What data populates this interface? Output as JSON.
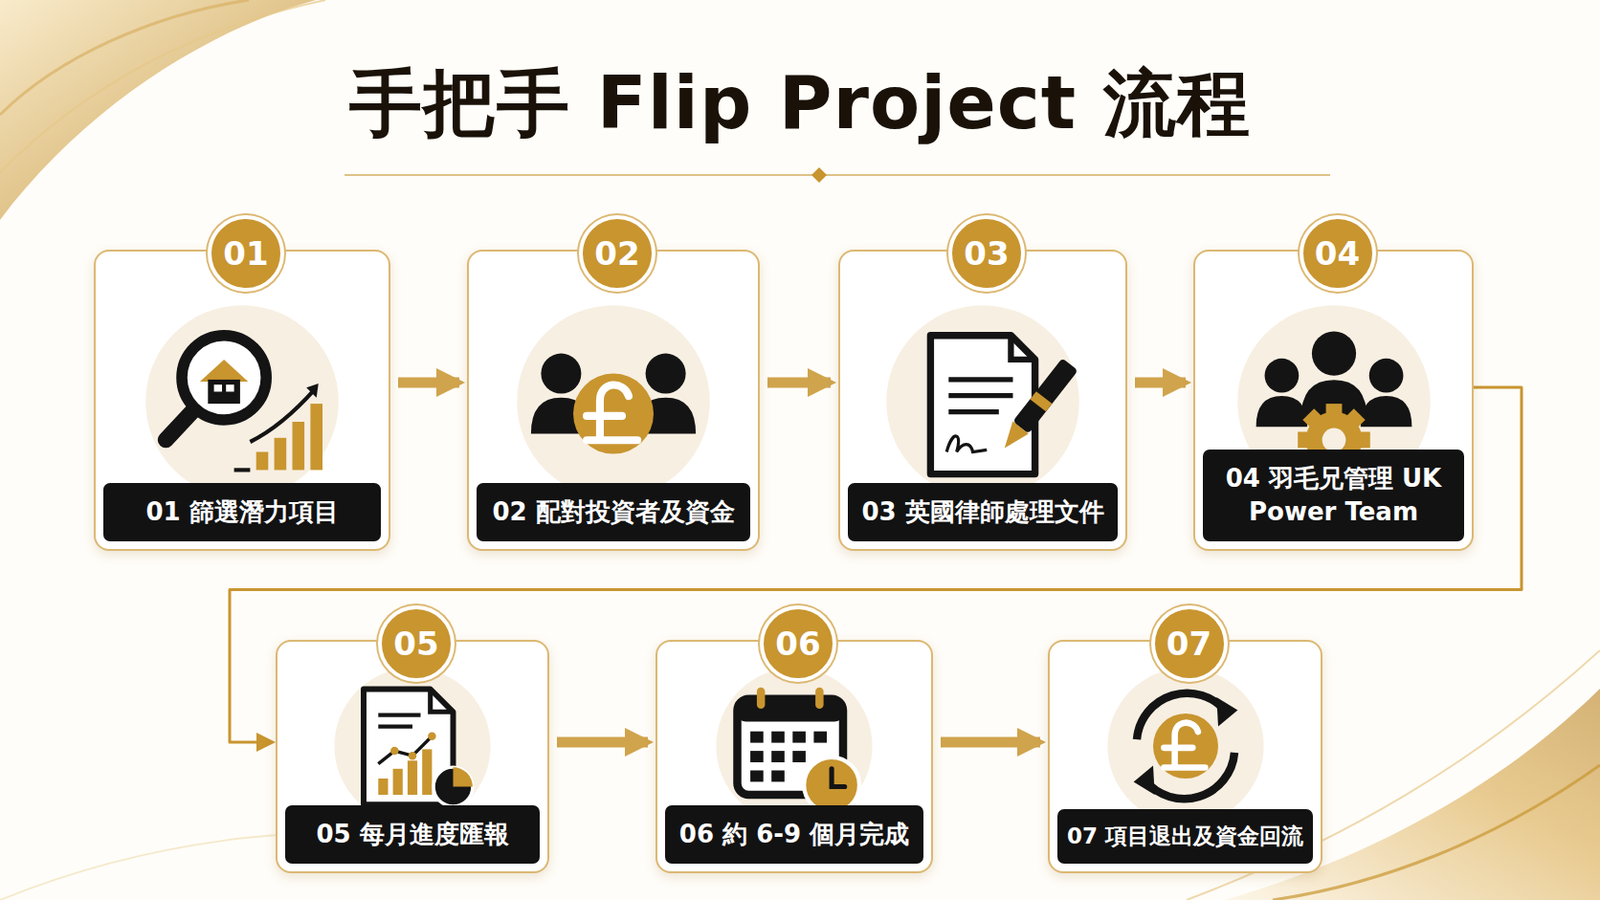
{
  "diagram": {
    "title": "手把手 Flip Project 流程",
    "nodes": [
      {
        "text": [
          "01",
          "01 篩選潛力項目"
        ]
      },
      {
        "text": [
          "02",
          "02 配對投資者及資金"
        ]
      },
      {
        "text": [
          "03",
          "03 英國律師處理文件"
        ]
      },
      {
        "text": [
          "04",
          "04 羽毛兄管理 UK Power Team"
        ]
      },
      {
        "text": [
          "05",
          "05 每月進度匯報"
        ]
      },
      {
        "text": [
          "06",
          "06 約 6-9 個月完成"
        ]
      },
      {
        "text": [
          "07",
          "07 項目退出及資金回流"
        ]
      }
    ],
    "edges": [
      {
        "from": 0,
        "to": 1,
        "arrow": "to"
      },
      {
        "from": 1,
        "to": 2,
        "arrow": "to"
      },
      {
        "from": 2,
        "to": 3,
        "arrow": "to"
      },
      {
        "from": 3,
        "to": 4,
        "arrow": "to"
      },
      {
        "from": 4,
        "to": 5,
        "arrow": "to"
      },
      {
        "from": 5,
        "to": 6,
        "arrow": "to"
      }
    ]
  }
}
